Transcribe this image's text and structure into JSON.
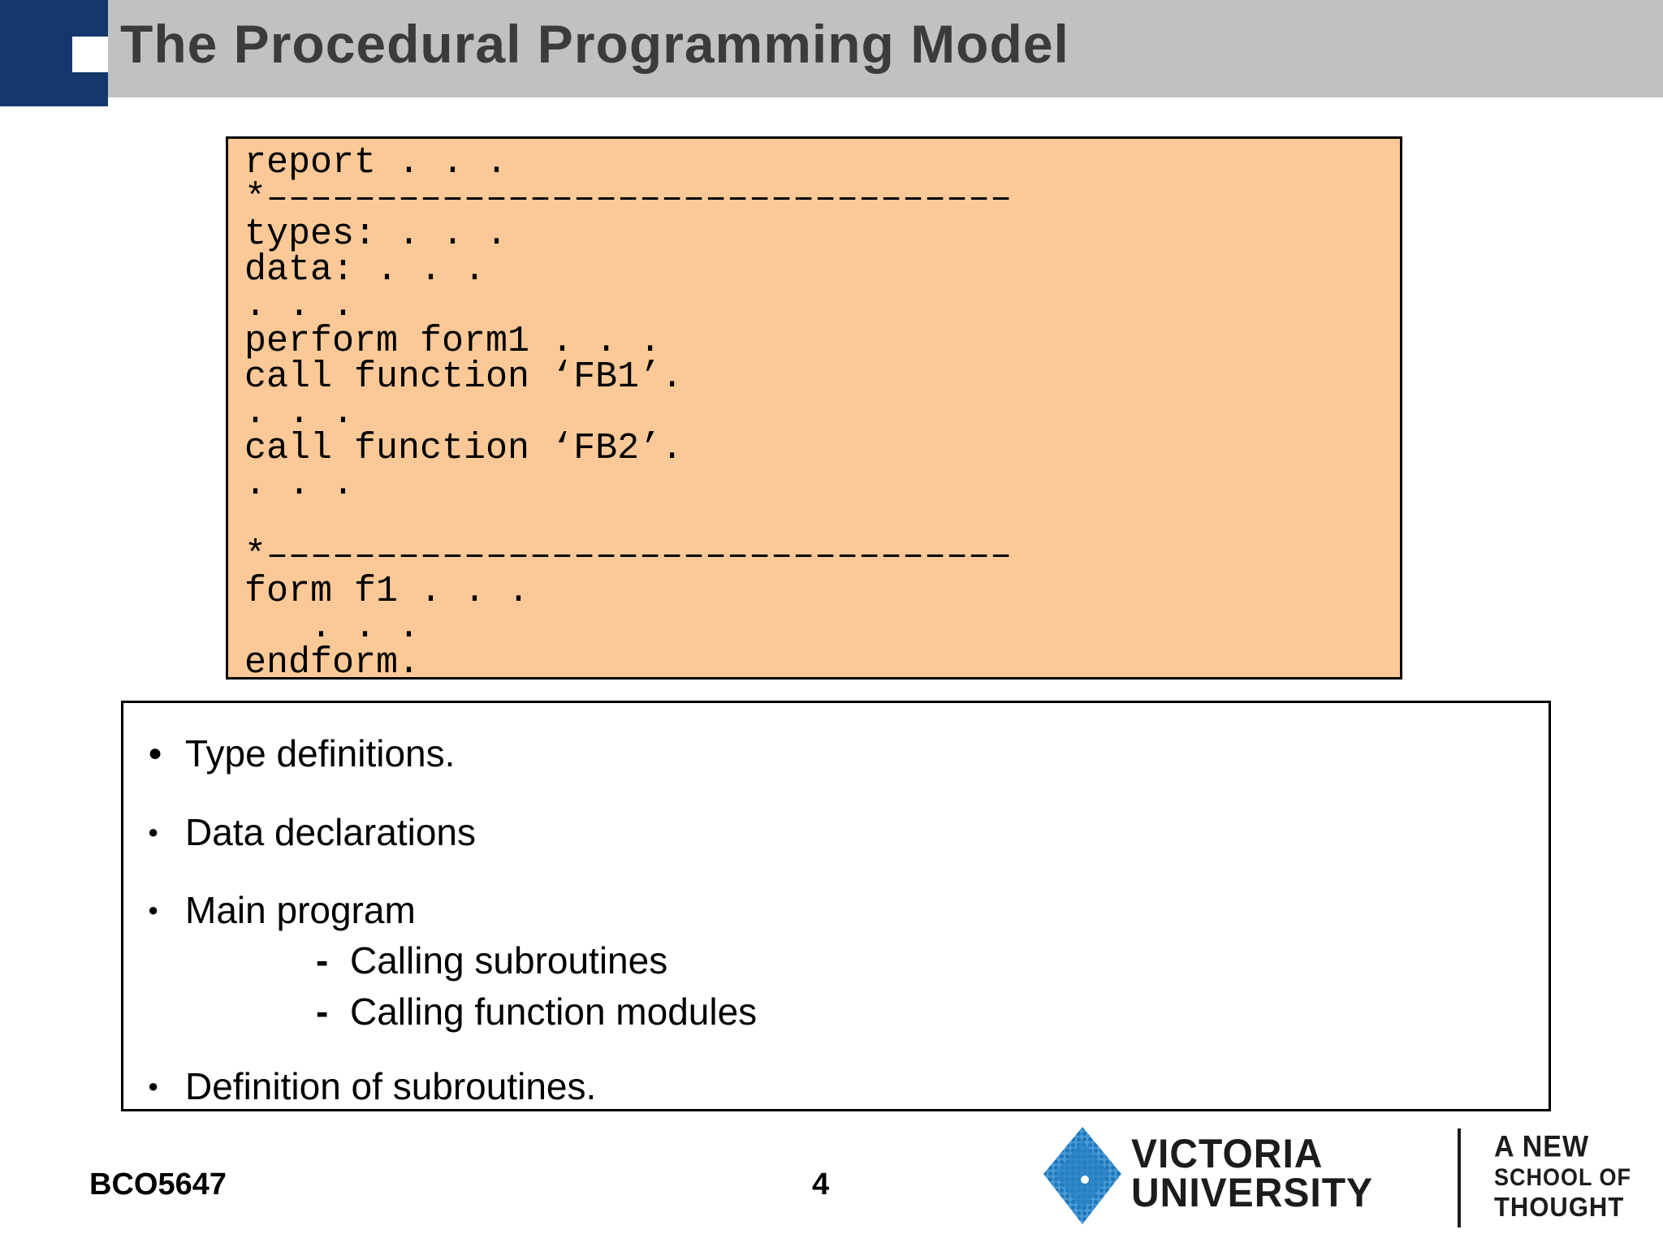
{
  "header": {
    "title": "The Procedural Programming Model"
  },
  "code_box": {
    "lines": [
      "report . . .",
      "*––––––––––––––––––––––––––––––––––",
      "types: . . .",
      "data: . . .",
      ". . .",
      "perform form1 . . .",
      "call function ‘FB1’.",
      ". . .",
      "call function ‘FB2’.",
      ". . .",
      "",
      "*––––––––––––––––––––––––––––––––––",
      "form f1 . . .",
      "   . . .",
      "endform."
    ],
    "background_color": "#fbc997",
    "border_color": "#000000"
  },
  "bullets": {
    "items": [
      {
        "level": 1,
        "marker": "●",
        "text": "Type definitions."
      },
      {
        "level": 1,
        "marker": "●",
        "text": "Data declarations"
      },
      {
        "level": 1,
        "marker": "●",
        "text": "Main program"
      },
      {
        "level": 2,
        "marker": "-",
        "text": "Calling subroutines"
      },
      {
        "level": 2,
        "marker": "-",
        "text": "Calling function modules"
      },
      {
        "level": 1,
        "marker": "●",
        "text": "Definition of subroutines."
      }
    ]
  },
  "footer": {
    "course_code": "BCO5647",
    "page_number": "4"
  },
  "logo": {
    "wordmark_line1": "VICTORIA",
    "wordmark_line2": "UNIVERSITY",
    "tagline_line1": "A NEW",
    "tagline_line2": "SCHOOL OF",
    "tagline_line3": "THOUGHT",
    "diamond_color": "#2a82c4"
  },
  "colors": {
    "header_bar": "#c1c1c2",
    "header_navy_block": "#14386b",
    "title_text": "#3b3b3b",
    "code_box_background": "#fbc997"
  }
}
